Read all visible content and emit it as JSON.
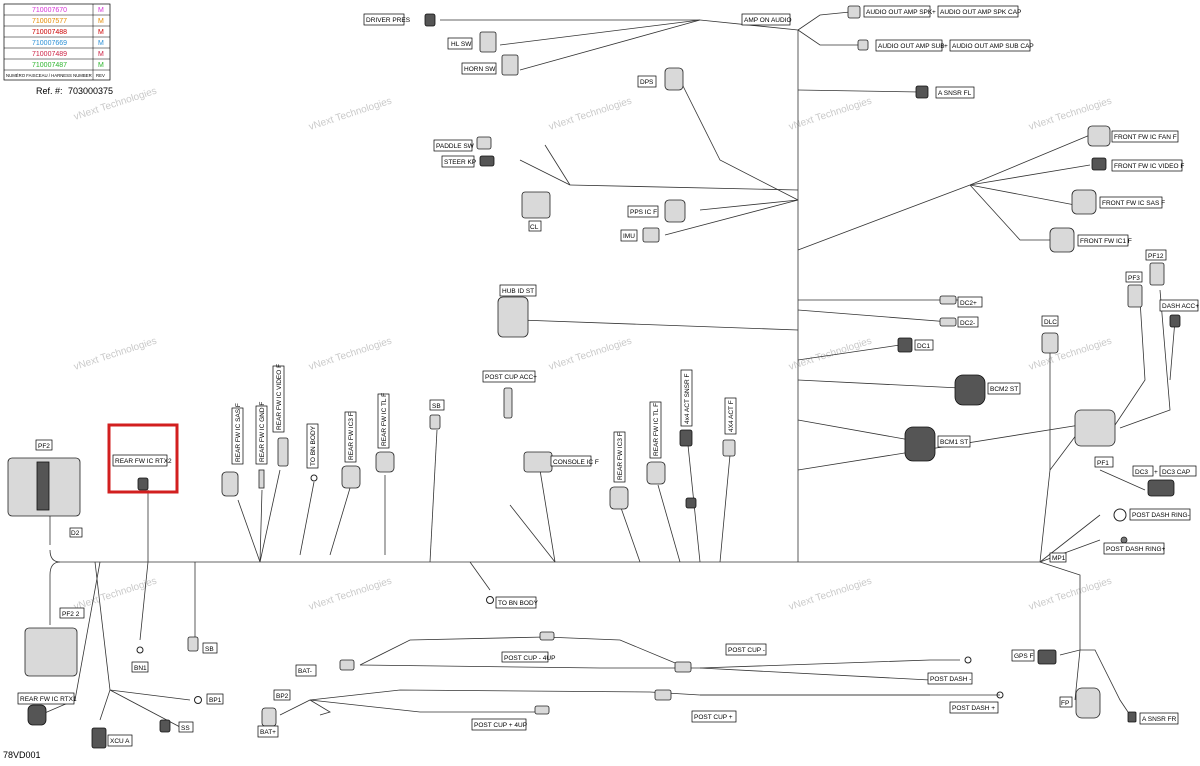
{
  "harness_table": {
    "rows": [
      {
        "number": "710007670",
        "rev": "M",
        "color": "#d633d6"
      },
      {
        "number": "710007577",
        "rev": "M",
        "color": "#e58a00"
      },
      {
        "number": "710007488",
        "rev": "M",
        "color": "#cc0000"
      },
      {
        "number": "710007669",
        "rev": "M",
        "color": "#2a8fd6"
      },
      {
        "number": "710007489",
        "rev": "M",
        "color": "#cc2244"
      },
      {
        "number": "710007487",
        "rev": "M",
        "color": "#2db52d"
      }
    ],
    "header_number": "NUMÉRO FAISCEAU / HARNESS NUMBER",
    "header_rev": "REV"
  },
  "ref_label": "Ref. #:",
  "ref_value": "703000375",
  "drawing_id": "78VD001",
  "watermark": "vNext Technologies",
  "labels": {
    "driver_pres": "DRIVER PRES",
    "hl_sw": "HL SW",
    "horn_sw": "HORN SW",
    "dps": "DPS",
    "amp_on_audio": "AMP ON AUDIO",
    "audio_spk": "AUDIO OUT AMP SPK",
    "audio_spk_cap": "AUDIO OUT AMP SPK CAP",
    "audio_sub": "AUDIO OUT AMP SUB",
    "audio_sub_cap": "AUDIO OUT AMP SUB CAP",
    "plus": "+",
    "a_snsr_fl": "A SNSR FL",
    "paddle_sw": "PADDLE SW",
    "steer_kp": "STEER KP",
    "cl": "CL",
    "pps_ic_f": "PPS IC F",
    "imu": "IMU",
    "front_fan": "FRONT FW IC FAN F",
    "front_video": "FRONT FW IC VIDEO F",
    "front_sas": "FRONT FW IC SAS F",
    "front_ic1": "FRONT FW IC1 F",
    "pf3": "PF3",
    "pf12": "PF12",
    "dash_acc": "DASH ACC+",
    "hub_id_st": "HUB ID ST",
    "dc2p": "DC2+",
    "dc2m": "DC2-",
    "dc1": "DC1",
    "dlc": "DLC",
    "bcm2_st": "BCM2 ST",
    "bcm1_st": "BCM1 ST",
    "pf1": "PF1",
    "dc3": "DC3",
    "dc3_cap": "DC3 CAP",
    "post_dash_ringm": "POST DASH RING-",
    "post_dash_ringp": "POST DASH RING+",
    "mp1": "MP1",
    "gps_f": "GPS F",
    "fp": "FP",
    "a_snsr_fr": "A SNSR FR",
    "pf2": "PF2",
    "pf2_2": "PF2 2",
    "d2": "D2",
    "rear_rtx2": "REAR FW IC RTX2",
    "rear_rtx1": "REAR FW IC RTX1",
    "bn1": "BN1",
    "sb": "SB",
    "bp1": "BP1",
    "ss": "SS",
    "xcu_a": "XCU A",
    "rear_sas": "REAR FW IC SAS F",
    "rear_gnd": "REAR FW IC GND F",
    "rear_video": "REAR FW IC VIDEO F",
    "to_bn_body": "TO BN BODY",
    "rear_ic3": "REAR FW IC3 F",
    "rear_tl": "REAR FW IC TL F",
    "post_cup_acc": "POST CUP ACC+",
    "console_ic": "CONSOLE IC F",
    "rear_ic3b": "REAR FW IC3 F",
    "rear_tlb": "REAR FW IC TL F",
    "act_snsr": "4x4 ACT SNSR F",
    "act": "4X4 ACT F",
    "bat_m": "BAT-",
    "post_cup_4up_m": "POST CUP - 4UP",
    "post_cup_m": "POST CUP -",
    "post_dash_m": "POST DASH -",
    "bp2": "BP2",
    "bat_p": "BAT+",
    "post_cup_4up_p": "POST CUP + 4UP",
    "post_cup_p": "POST CUP +",
    "post_dash_p": "POST DASH +"
  },
  "highlight_color": "#d21f1f"
}
